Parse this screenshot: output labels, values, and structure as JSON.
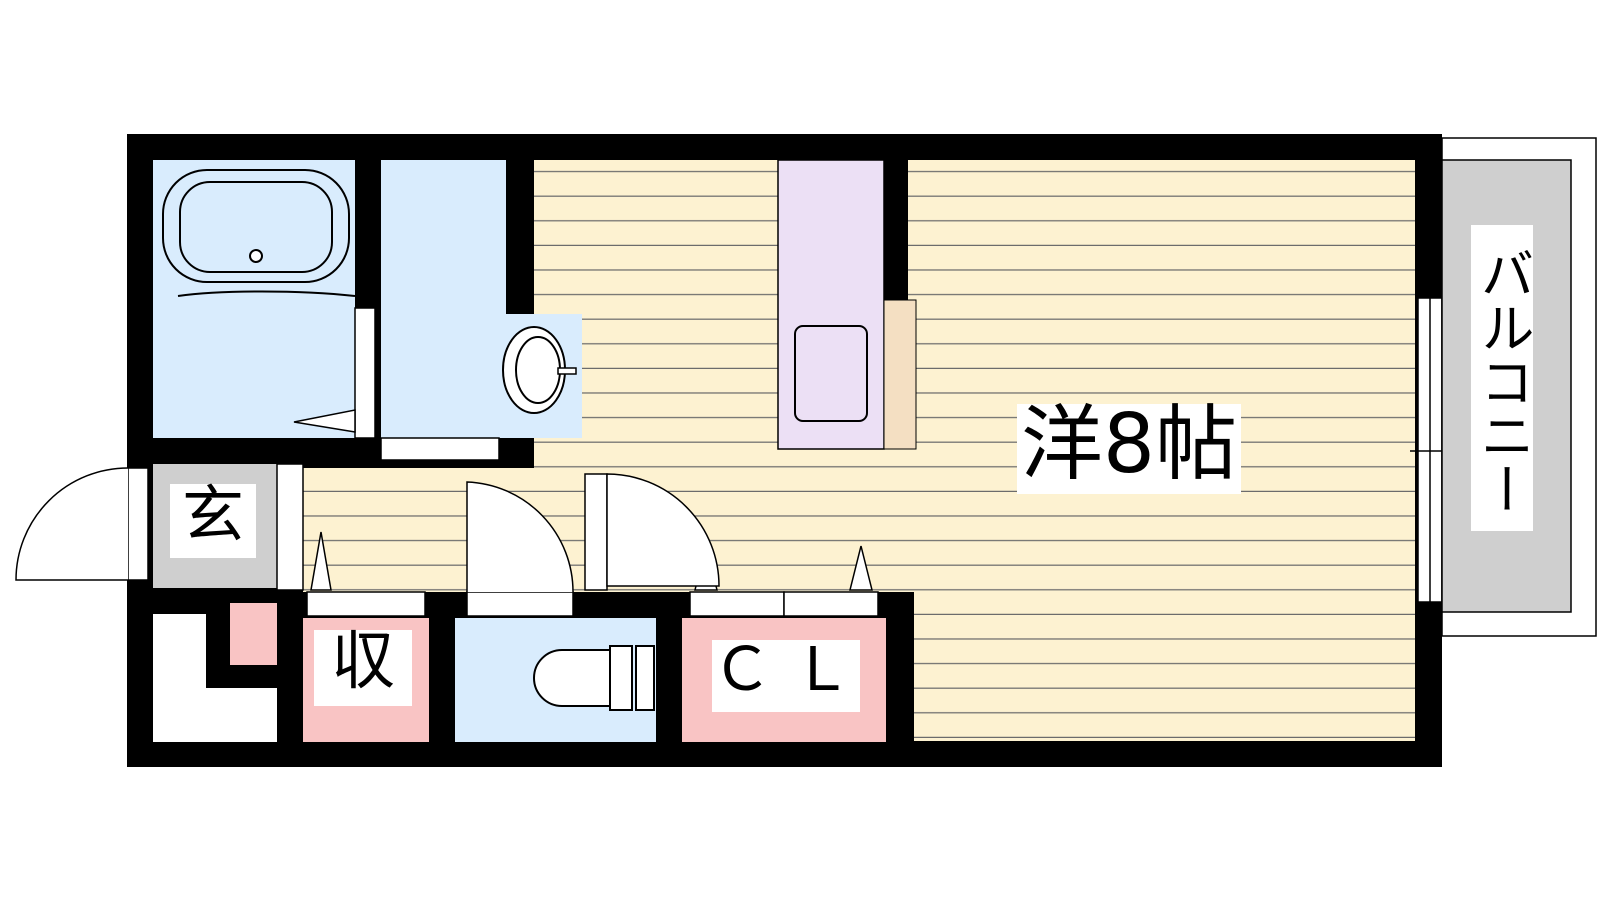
{
  "rooms": {
    "western": {
      "label": "洋8帖"
    },
    "entrance": {
      "label": "玄"
    },
    "storage": {
      "label": "収"
    },
    "closet": {
      "label": "ＣＬ"
    },
    "balcony": {
      "label": "バルコニー"
    }
  },
  "colors": {
    "wall": "#000000",
    "floor": "#fdf2d1",
    "floor_line": "#6b6b6b",
    "wet_area": "#d9ecfd",
    "kitchen": "#ece0f5",
    "storage": "#f9c4c4",
    "entrance": "#cfcfcf",
    "balcony": "#cfcfcf",
    "counter": "#f4dfc2"
  }
}
